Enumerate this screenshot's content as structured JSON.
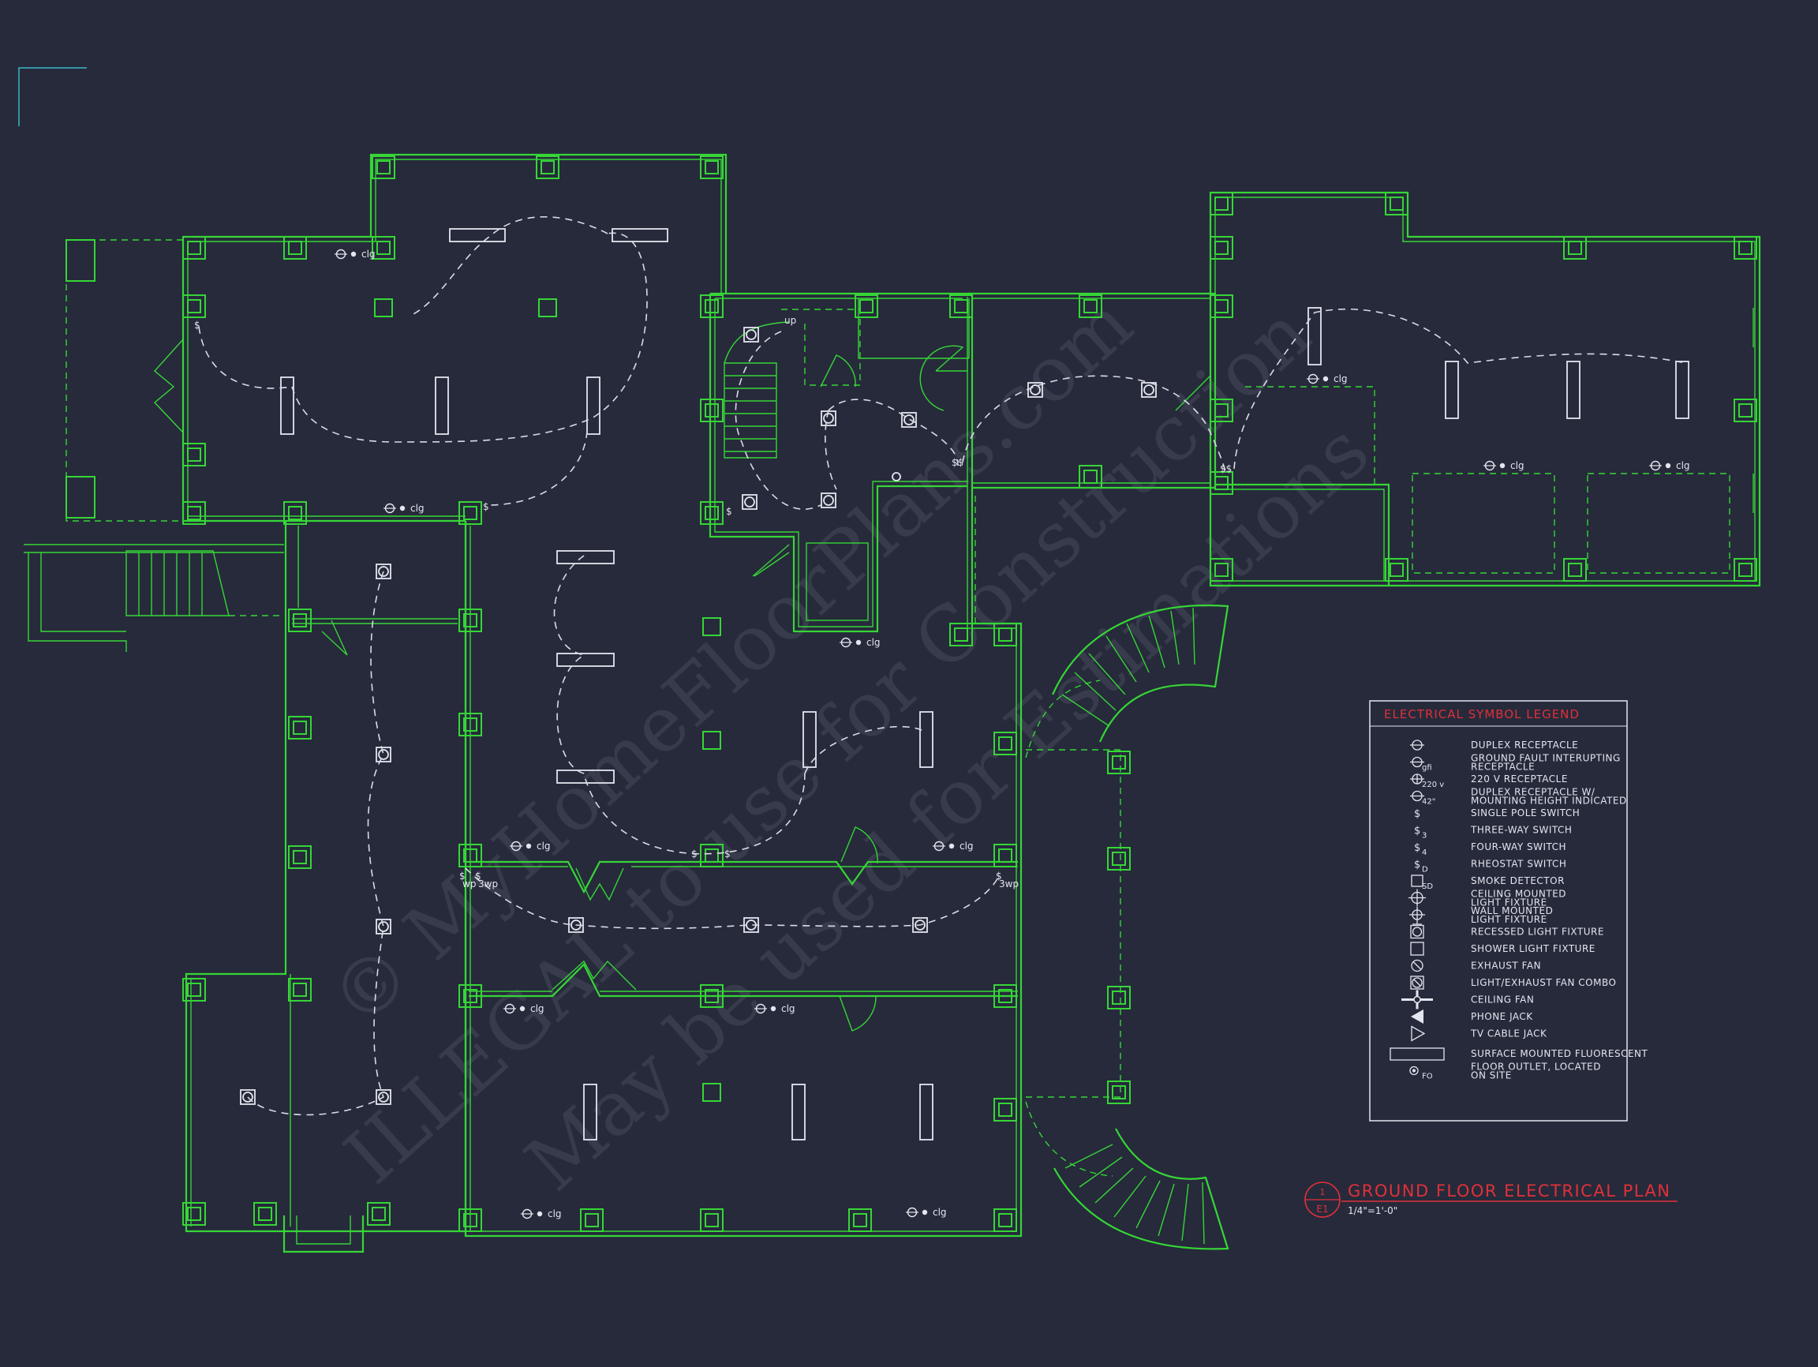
{
  "watermark": {
    "line1": "© MyHomeFloorPlans.com",
    "line2": "ILLEGAL to use for Construction",
    "line3": "May be used for Estimations"
  },
  "plan": {
    "clg_label": "clg",
    "up_label": "up",
    "wp_label": "wp",
    "three_wp_label": "3wp",
    "switch_symbol": "$",
    "double_switch_symbol": "$$"
  },
  "legend": {
    "title": "ELECTRICAL SYMBOL LEGEND",
    "items": [
      {
        "icon": "duplex-receptacle-icon",
        "lines": [
          "DUPLEX RECEPTACLE"
        ],
        "sub": ""
      },
      {
        "icon": "gfi-receptacle-icon",
        "lines": [
          "GROUND FAULT INTERUPTING",
          "RECEPTACLE"
        ],
        "sub": "gfi"
      },
      {
        "icon": "220v-receptacle-icon",
        "lines": [
          "220 V RECEPTACLE"
        ],
        "sub": "220 v"
      },
      {
        "icon": "duplex-height-icon",
        "lines": [
          "DUPLEX RECEPTACLE W/",
          "MOUNTING HEIGHT INDICATED"
        ],
        "sub": "42\""
      },
      {
        "icon": "single-pole-switch-icon",
        "lines": [
          "SINGLE POLE SWITCH"
        ],
        "sub": ""
      },
      {
        "icon": "three-way-switch-icon",
        "lines": [
          "THREE-WAY SWITCH"
        ],
        "sub": "3"
      },
      {
        "icon": "four-way-switch-icon",
        "lines": [
          "FOUR-WAY SWITCH"
        ],
        "sub": "4"
      },
      {
        "icon": "rheostat-switch-icon",
        "lines": [
          "RHEOSTAT SWITCH"
        ],
        "sub": "D"
      },
      {
        "icon": "smoke-detector-icon",
        "lines": [
          "SMOKE DETECTOR"
        ],
        "sub": "SD"
      },
      {
        "icon": "ceiling-light-icon",
        "lines": [
          "CEILING MOUNTED",
          "LIGHT FIXTURE"
        ],
        "sub": ""
      },
      {
        "icon": "wall-light-icon",
        "lines": [
          "WALL MOUNTED",
          "LIGHT FIXTURE"
        ],
        "sub": ""
      },
      {
        "icon": "recessed-light-icon",
        "lines": [
          "RECESSED LIGHT FIXTURE"
        ],
        "sub": ""
      },
      {
        "icon": "shower-light-icon",
        "lines": [
          "SHOWER LIGHT FIXTURE"
        ],
        "sub": ""
      },
      {
        "icon": "exhaust-fan-icon",
        "lines": [
          "EXHAUST FAN"
        ],
        "sub": ""
      },
      {
        "icon": "light-fan-combo-icon",
        "lines": [
          "LIGHT/EXHAUST FAN COMBO"
        ],
        "sub": ""
      },
      {
        "icon": "ceiling-fan-icon",
        "lines": [
          "CEILING FAN"
        ],
        "sub": ""
      },
      {
        "icon": "phone-jack-icon",
        "lines": [
          "PHONE JACK"
        ],
        "sub": ""
      },
      {
        "icon": "tv-cable-jack-icon",
        "lines": [
          "TV CABLE JACK"
        ],
        "sub": ""
      },
      {
        "icon": "fluorescent-icon",
        "lines": [
          "SURFACE MOUNTED FLUORESCENT"
        ],
        "sub": ""
      },
      {
        "icon": "floor-outlet-icon",
        "lines": [
          "FLOOR OUTLET, LOCATED",
          "ON SITE"
        ],
        "sub": "FO"
      }
    ]
  },
  "title_block": {
    "title": "GROUND FLOOR ELECTRICAL PLAN",
    "scale": "1/4\"=1'-0\"",
    "sheet_num": "1",
    "sheet_id": "E1"
  },
  "colors": {
    "background": "#262a3b",
    "walls": "#36d636",
    "circuits": "#d9dbe6",
    "title_red": "#e0303a"
  }
}
